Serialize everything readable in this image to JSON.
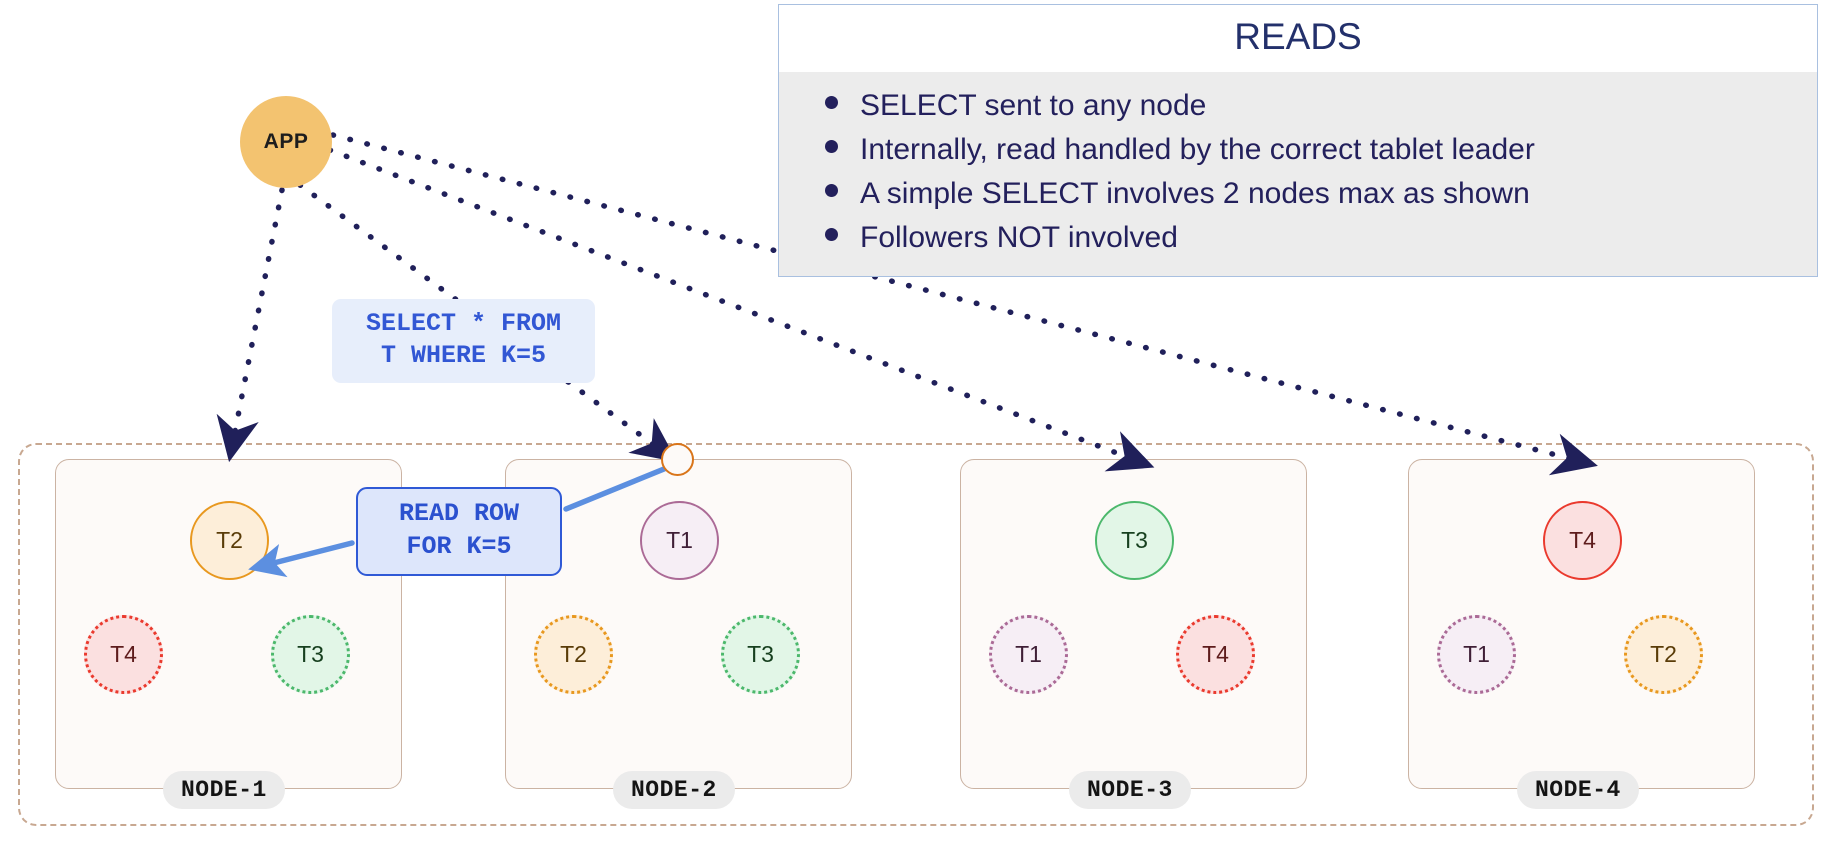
{
  "app": {
    "label": "APP",
    "color": "#F3C370"
  },
  "reads_panel": {
    "title": "READS",
    "border_color": "#a9c0e0",
    "body_bg": "#ececec",
    "text_color": "#23205c",
    "items": [
      "SELECT sent to any node",
      "Internally, read handled by the correct tablet leader",
      "A simple SELECT involves 2 nodes max as shown",
      "Followers NOT involved"
    ]
  },
  "sql_callout": {
    "line1": "SELECT * FROM",
    "line2": "T WHERE K=5",
    "text_color": "#3257d4",
    "bg": "#e7eefb"
  },
  "read_callout": {
    "line1": "READ ROW",
    "line2": "FOR K=5",
    "text_color": "#2b51cf",
    "bg": "#dde6fb",
    "border_color": "#2f59d6"
  },
  "cluster": {
    "border_color": "#c8a891",
    "nodes": [
      {
        "name": "NODE-1",
        "leader": {
          "label": "T2",
          "role": "leader",
          "color": "orange"
        },
        "followers": [
          {
            "label": "T4",
            "role": "follower",
            "color": "red"
          },
          {
            "label": "T3",
            "role": "follower",
            "color": "green"
          }
        ]
      },
      {
        "name": "NODE-2",
        "leader": {
          "label": "T1",
          "role": "leader",
          "color": "purple"
        },
        "followers": [
          {
            "label": "T2",
            "role": "follower",
            "color": "orange"
          },
          {
            "label": "T3",
            "role": "follower",
            "color": "green"
          }
        ]
      },
      {
        "name": "NODE-3",
        "leader": {
          "label": "T3",
          "role": "leader",
          "color": "green"
        },
        "followers": [
          {
            "label": "T1",
            "role": "follower",
            "color": "purple"
          },
          {
            "label": "T4",
            "role": "follower",
            "color": "red"
          }
        ]
      },
      {
        "name": "NODE-4",
        "leader": {
          "label": "T4",
          "role": "leader",
          "color": "red"
        },
        "followers": [
          {
            "label": "T1",
            "role": "follower",
            "color": "purple"
          },
          {
            "label": "T2",
            "role": "follower",
            "color": "orange"
          }
        ]
      }
    ]
  },
  "connectors": {
    "arrow_color": "#20205a",
    "read_line_color": "#5c8fe0",
    "entry_dot_color": "#d9751a"
  }
}
